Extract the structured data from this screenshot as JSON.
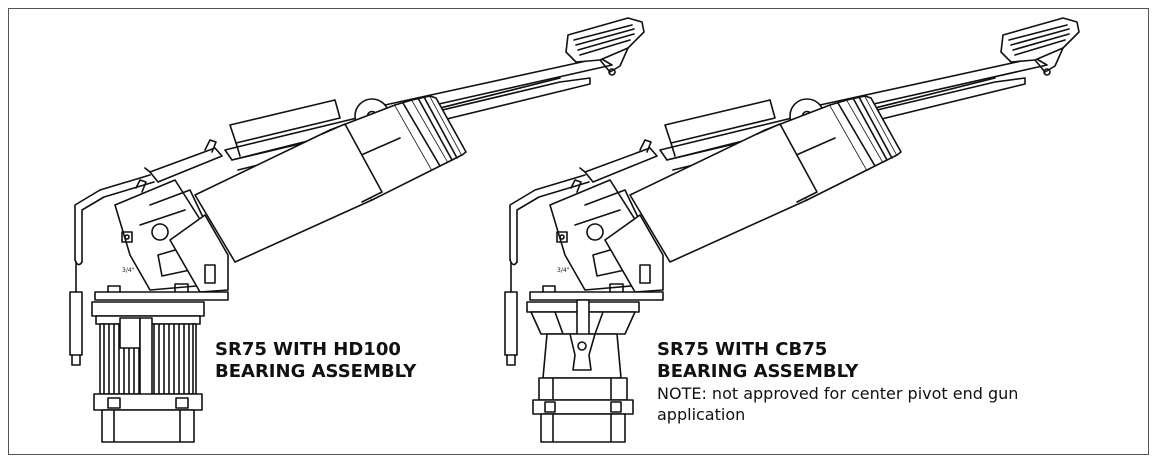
{
  "left_caption": {
    "line1": "SR75 WITH HD100",
    "line2": "BEARING ASSEMBLY"
  },
  "right_caption": {
    "line1": "SR75 WITH CB75",
    "line2": "BEARING ASSEMBLY",
    "note": "NOTE: not approved for center pivot end gun application"
  },
  "part_marking": "3/4\"",
  "colors": {
    "line": "#111111",
    "frame": "#555555",
    "background": "#ffffff"
  }
}
